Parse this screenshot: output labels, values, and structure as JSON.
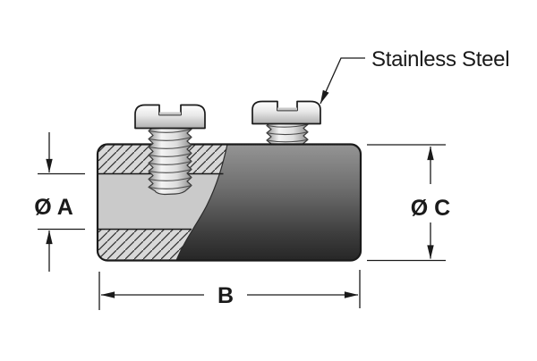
{
  "diagram": {
    "material_callout": "Stainless Steel",
    "dimension_labels": {
      "a": "Ø A",
      "b": "B",
      "c": "Ø C"
    }
  },
  "colors": {
    "background": "#ffffff",
    "line": "#1a1a1a",
    "hatch_background": "#d8d8d8",
    "hatch_line": "#2f2f2f",
    "bore_fill": "#cacaca",
    "body_top": "#959595",
    "body_mid": "#6e6e6e",
    "body_low": "#3c3c3c",
    "body_bottom": "#262626",
    "screw_highlight": "#ffffff",
    "screw_mid": "#e8e8e8",
    "screw_shadow": "#b0b0b0",
    "thread_edge": "#909090",
    "thread_light": "#f4f4f4"
  }
}
